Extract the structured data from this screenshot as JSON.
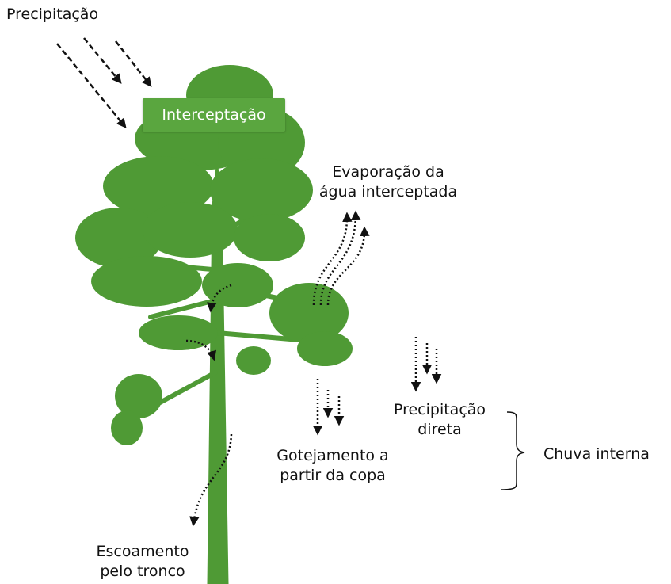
{
  "labels": {
    "precipitacao": "Precipitação",
    "interceptacao": "Interceptação",
    "evaporacao_line1": "Evaporação da",
    "evaporacao_line2": "água interceptada",
    "precipitacao_direta_line1": "Precipitação",
    "precipitacao_direta_line2": "direta",
    "gotejamento_line1": "Gotejamento a",
    "gotejamento_line2": "partir da copa",
    "chuva_interna": "Chuva interna",
    "escoamento_line1": "Escoamento",
    "escoamento_line2": "pelo tronco"
  },
  "colors": {
    "tree": "#4f9a35",
    "box": "#5aa63f",
    "arrow": "#111111"
  }
}
